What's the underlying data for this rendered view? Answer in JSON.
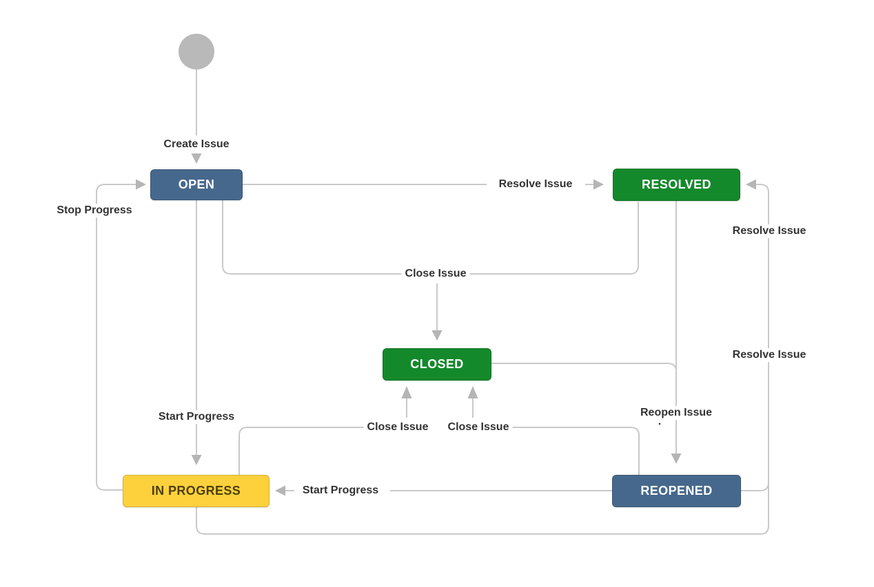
{
  "diagram": {
    "type": "workflow-state-diagram",
    "colors": {
      "edge": "#c9c9c9",
      "arrow": "#b5b5b5",
      "start_circle": "#b9b9b9",
      "label_text": "#333333",
      "state_blue": "#46688c",
      "state_green": "#14892c",
      "state_yellow": "#fcd13c",
      "state_yellow_text": "#4d3e08",
      "state_text": "#ffffff"
    },
    "start_node": {
      "shape": "circle"
    },
    "states": [
      {
        "id": "open",
        "label": "OPEN",
        "bg": "#46688c",
        "fg": "#ffffff"
      },
      {
        "id": "resolved",
        "label": "RESOLVED",
        "bg": "#14892c",
        "fg": "#ffffff"
      },
      {
        "id": "closed",
        "label": "CLOSED",
        "bg": "#14892c",
        "fg": "#ffffff"
      },
      {
        "id": "in_progress",
        "label": "IN PROGRESS",
        "bg": "#fcd13c",
        "fg": "#4d3e08"
      },
      {
        "id": "reopened",
        "label": "REOPENED",
        "bg": "#46688c",
        "fg": "#ffffff"
      }
    ],
    "transition_labels": {
      "create_issue": "Create Issue",
      "resolve_issue_top": "Resolve Issue",
      "stop_progress": "Stop Progress",
      "close_issue_top": "Close Issue",
      "resolve_issue_right_upper": "Resolve Issue",
      "resolve_issue_right_lower": "Resolve Issue",
      "start_progress_left": "Start Progress",
      "close_issue_from_in_progress": "Close Issue",
      "close_issue_from_reopened": "Close Issue",
      "reopen_issue": "Reopen Issue",
      "start_progress_mid": "Start Progress",
      "stray_dot": "."
    }
  }
}
